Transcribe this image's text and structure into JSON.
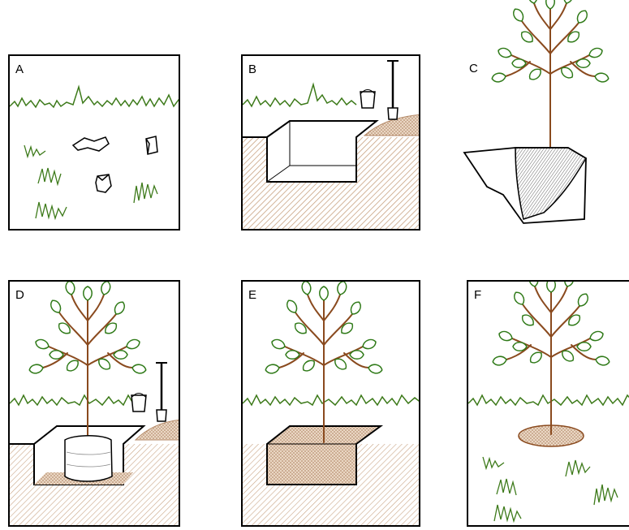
{
  "panels": [
    {
      "id": "A",
      "label": "A"
    },
    {
      "id": "B",
      "label": "B"
    },
    {
      "id": "C",
      "label": "C"
    },
    {
      "id": "D",
      "label": "D"
    },
    {
      "id": "E",
      "label": "E"
    },
    {
      "id": "F",
      "label": "F"
    }
  ],
  "colors": {
    "grass": "#3d7a1a",
    "trunk": "#8a4a1e",
    "leaf": "#2f7a18",
    "soil_hatch": "#c9a585",
    "backfill_dots": "#b58a68",
    "outline": "#000000"
  },
  "icons": [
    "grass-icon",
    "litter-icon",
    "tree-icon",
    "bucket-icon",
    "shovel-icon",
    "planting-hole-icon",
    "root-ball-icon",
    "mulch-ring-icon"
  ]
}
